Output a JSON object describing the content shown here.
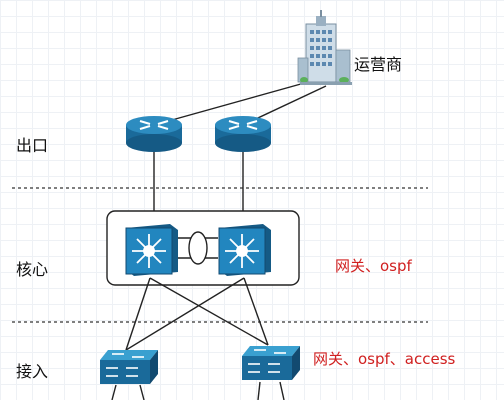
{
  "layers": {
    "exit": "出口",
    "core": "核心",
    "access": "接入"
  },
  "nodes": {
    "isp": "运营商"
  },
  "annotations": {
    "core_protocols": "网关、ospf",
    "access_protocols": "网关、ospf、access"
  },
  "colors": {
    "device_blue": "#1a6a9a",
    "device_blue_light": "#2d8cc0",
    "annotation_red": "#d02020",
    "divider": "#333333"
  }
}
